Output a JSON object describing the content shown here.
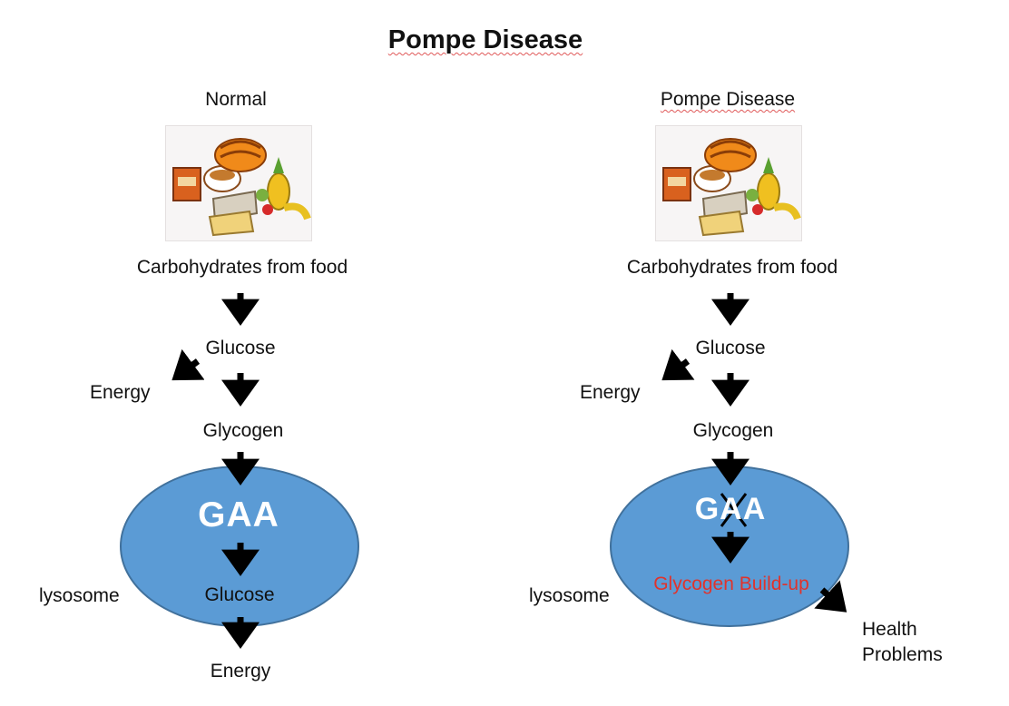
{
  "title": "Pompe Disease",
  "normal": {
    "heading": "Normal",
    "source": "Carbohydrates from food",
    "glucose": "Glucose",
    "energy_side": "Energy",
    "glycogen": "Glycogen",
    "enzyme": "GAA",
    "lysosome_label": "lysosome",
    "glucose_inside": "Glucose",
    "energy_bottom": "Energy"
  },
  "disease": {
    "heading": "Pompe Disease",
    "source": "Carbohydrates from food",
    "glucose": "Glucose",
    "energy_side": "Energy",
    "glycogen": "Glycogen",
    "enzyme": "GAA",
    "lysosome_label": "lysosome",
    "buildup": "Glycogen Build-up",
    "health_line1": "Health",
    "health_line2": "Problems"
  },
  "colors": {
    "lysosome_fill": "#5b9bd5",
    "lysosome_stroke": "#41719c",
    "buildup_text": "#e0332c",
    "arrow": "#000000"
  }
}
